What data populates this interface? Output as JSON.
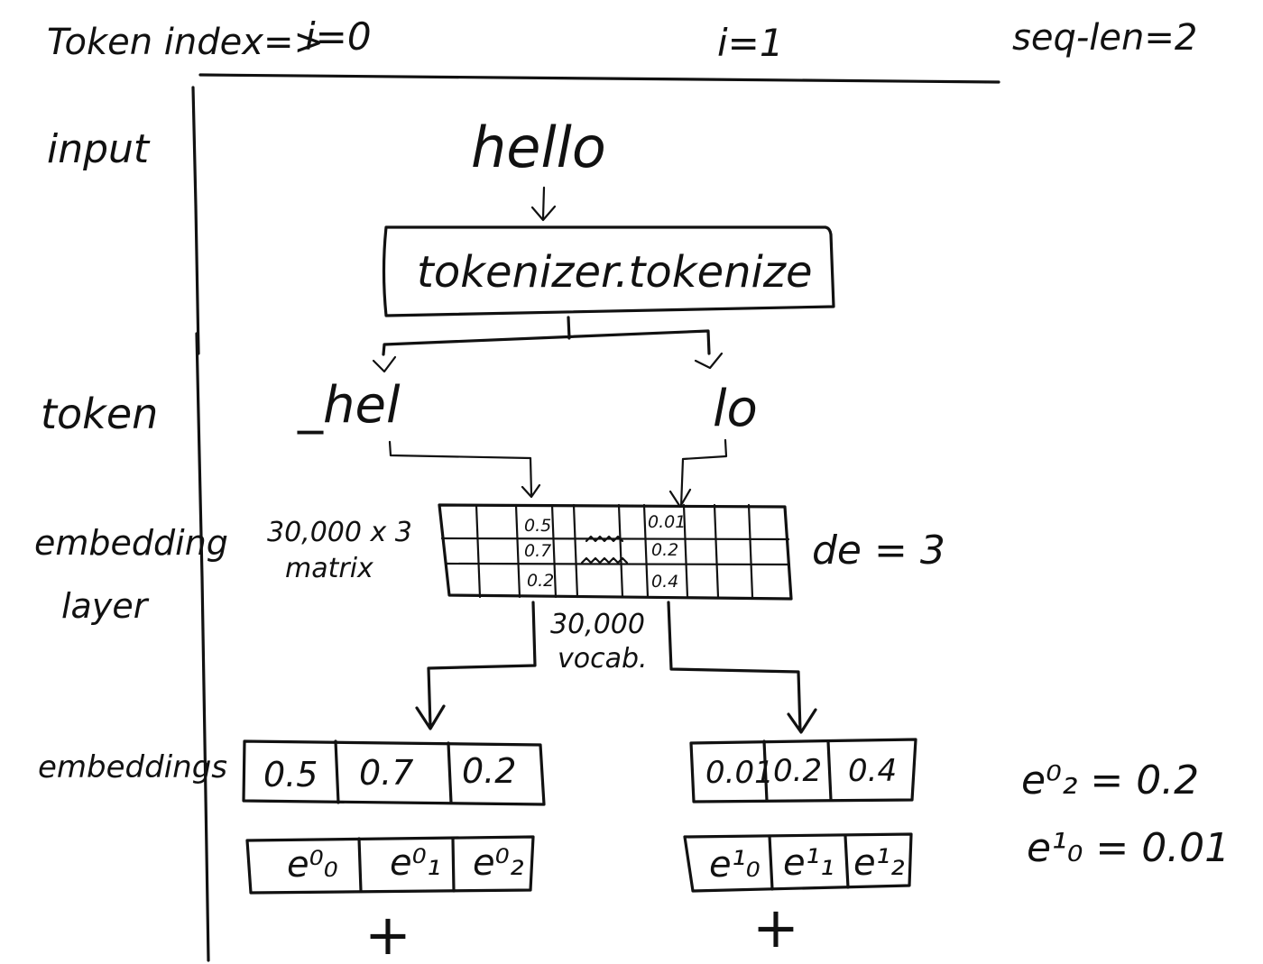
{
  "header": {
    "token_index_label": "Token index=>",
    "i0": "i=0",
    "i1": "i=1",
    "seq_len": "seq-len=2"
  },
  "rows": {
    "input": "input",
    "token": "token",
    "embedding_layer_line1": "embedding",
    "embedding_layer_line2": "layer",
    "embeddings": "embeddings"
  },
  "input_word": "hello",
  "tokenizer_box": "tokenizer.tokenize",
  "tokens": [
    "_hel",
    "lo"
  ],
  "matrix": {
    "size_line1": "30,000 x 3",
    "size_line2": "matrix",
    "vocab_line1": "30,000",
    "vocab_line2": "vocab.",
    "de_label": "de = 3",
    "col0": [
      "0.5",
      "0.7",
      "0.2"
    ],
    "col1": [
      "0.01",
      "0.2",
      "0.4"
    ]
  },
  "embedding_vectors": [
    {
      "values": [
        "0.5",
        "0.7",
        "0.2"
      ],
      "symbols": [
        "e⁰₀",
        "e⁰₁",
        "e⁰₂"
      ]
    },
    {
      "values": [
        "0.01",
        "0.2",
        "0.4"
      ],
      "symbols": [
        "e¹₀",
        "e¹₁",
        "e¹₂"
      ]
    }
  ],
  "plus": "+",
  "notes": [
    "e⁰₂ = 0.2",
    "e¹₀ = 0.01"
  ]
}
